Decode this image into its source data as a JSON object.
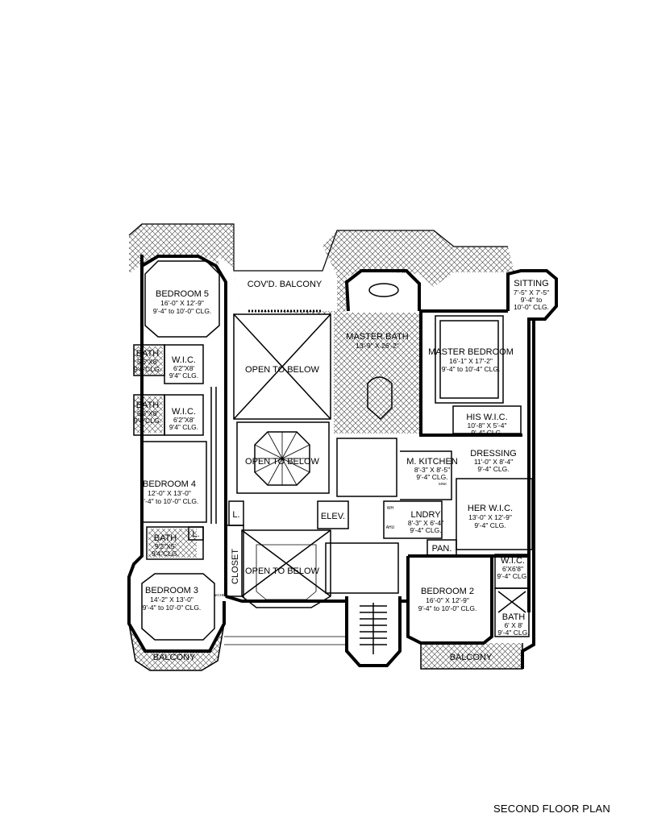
{
  "title": "SECOND FLOOR PLAN",
  "rooms": {
    "bedroom5": {
      "name": "BEDROOM 5",
      "size": "16'-0\" X 12'-9\"",
      "clg": "9'-4\" to 10'-0\" CLG."
    },
    "covd_balcony": {
      "name": "COV'D. BALCONY"
    },
    "sitting": {
      "name": "SITTING",
      "size": "7'-5\" X 7'-5\"",
      "clg1": "9'-4\" to",
      "clg2": "10'-0\" CLG."
    },
    "master_bath": {
      "name": "MASTER BATH",
      "size": "13'-9\" X 26'-2\""
    },
    "master_bedroom": {
      "name": "MASTER BEDROOM",
      "size": "16'-1\" X 17'-2\"",
      "clg": "9'-4\" to 10'-4\" CLG."
    },
    "open1": {
      "name": "OPEN TO BELOW"
    },
    "open2": {
      "name": "OPEN TO BELOW"
    },
    "open3": {
      "name": "OPEN TO BELOW"
    },
    "bath_a": {
      "name": "BATH",
      "size": "5'6\"X8'",
      "clg": "9'4\"CLG."
    },
    "wic_a": {
      "name": "W.I.C.",
      "size": "6'2\"X8'",
      "clg": "9'4\" CLG."
    },
    "bath_b": {
      "name": "BATH",
      "size": "5'6\"X8'",
      "clg": "9'4\"CLG."
    },
    "wic_b": {
      "name": "W.I.C.",
      "size": "6'2\"X8'",
      "clg": "9'4\" CLG."
    },
    "his_wic": {
      "name": "HIS W.I.C.",
      "size": "10'-8\" X 5'-4\"",
      "clg": "9'-4\" CLG."
    },
    "dressing": {
      "name": "DRESSING",
      "size": "11'-0\" X 8'-4\"",
      "clg": "9'-4\" CLG."
    },
    "m_kitchen": {
      "name": "M. KITCHEN",
      "size": "8'-3\" X 8'-5\"",
      "clg": "9'-4\" CLG."
    },
    "bedroom4": {
      "name": "BEDROOM 4",
      "size": "12'-0\" X 13'-0\"",
      "clg": "9'-4\" to 10'-0\" CLG."
    },
    "her_wic": {
      "name": "HER W.I.C.",
      "size": "13'-0\" X 12'-9\"",
      "clg": "9'-4\" CLG."
    },
    "elev": {
      "name": "ELEV."
    },
    "lndry": {
      "name": "LNDRY",
      "size": "8'-3\" X 6'-4\"",
      "clg": "9'-4\" CLG."
    },
    "linen1": {
      "name": "L."
    },
    "linen2": {
      "name": "L."
    },
    "bath_c": {
      "name": "BATH",
      "size": "9'2\"X5'",
      "clg": "9'4\"CLG."
    },
    "pan": {
      "name": "PAN."
    },
    "closet": {
      "name": "CLOSET"
    },
    "wic_c": {
      "name": "W.I.C.",
      "size": "6'X6'8\"",
      "clg": "9'-4\" CLG."
    },
    "bedroom3": {
      "name": "BEDROOM 3",
      "size": "14'-2\" X 13'-0\"",
      "clg": "9'-4\" to 10'-0\" CLG."
    },
    "bedroom2": {
      "name": "BEDROOM 2",
      "size": "16'-0\" X 12'-9\"",
      "clg": "9'-4\" to 10'-0\" CLG."
    },
    "bath_d": {
      "name": "BATH",
      "size": "6' X 8'",
      "clg": "9'-4\" CLG."
    },
    "balcony1": {
      "name": "BALCONY"
    },
    "balcony2": {
      "name": "BALCONY"
    }
  },
  "fixtures": {
    "wh": "WH",
    "ahu": "AHU",
    "sink": "SINK",
    "niche": "NICHE"
  }
}
